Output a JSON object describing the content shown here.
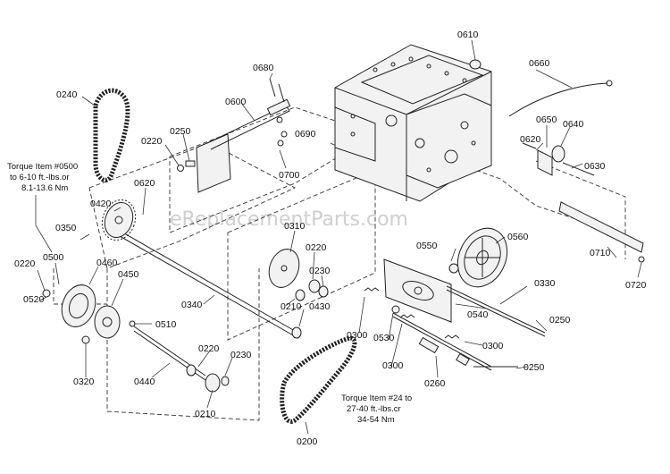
{
  "watermark": "eReplacementParts.com",
  "notes": {
    "torque_0500": [
      "Torque Item #0500",
      "to 6-10 ft.-lbs.or",
      "8.1-13.6 Nm"
    ],
    "torque_24": [
      "Torque Item #24 to",
      "27-40 ft.-lbs.cr",
      "34-54 Nm"
    ]
  },
  "labels": {
    "p0610": "0610",
    "p0660": "0660",
    "p0680": "0680",
    "p0600": "0600",
    "p0690": "0690",
    "p0700": "0700",
    "p0240": "0240",
    "p0220a": "0220",
    "p0250a": "0250",
    "p0650": "0650",
    "p0640": "0640",
    "p0620a": "0620",
    "p0630": "0630",
    "p0620b": "0620",
    "p0420": "0420",
    "p0310": "0310",
    "p0350": "0350",
    "p0500": "0500",
    "p0220b": "0220",
    "p0460": "0460",
    "p0450": "0450",
    "p0220c": "0220",
    "p0230a": "0230",
    "p0550": "0550",
    "p0560": "0560",
    "p0710": "0710",
    "p0720": "0720",
    "p0520": "0520",
    "p0340": "0340",
    "p0210a": "0210",
    "p0430": "0430",
    "p0540": "0540",
    "p0330": "0330",
    "p0510": "0510",
    "p0300a": "0300",
    "p0250b": "0250",
    "p0530": "0530",
    "p0300b": "0300",
    "p0320": "0320",
    "p0440": "0440",
    "p0220d": "0220",
    "p0230b": "0230",
    "p0300c": "0300",
    "p0250c": "0250",
    "p0260": "0260",
    "p0210b": "0210",
    "p0200": "0200"
  }
}
